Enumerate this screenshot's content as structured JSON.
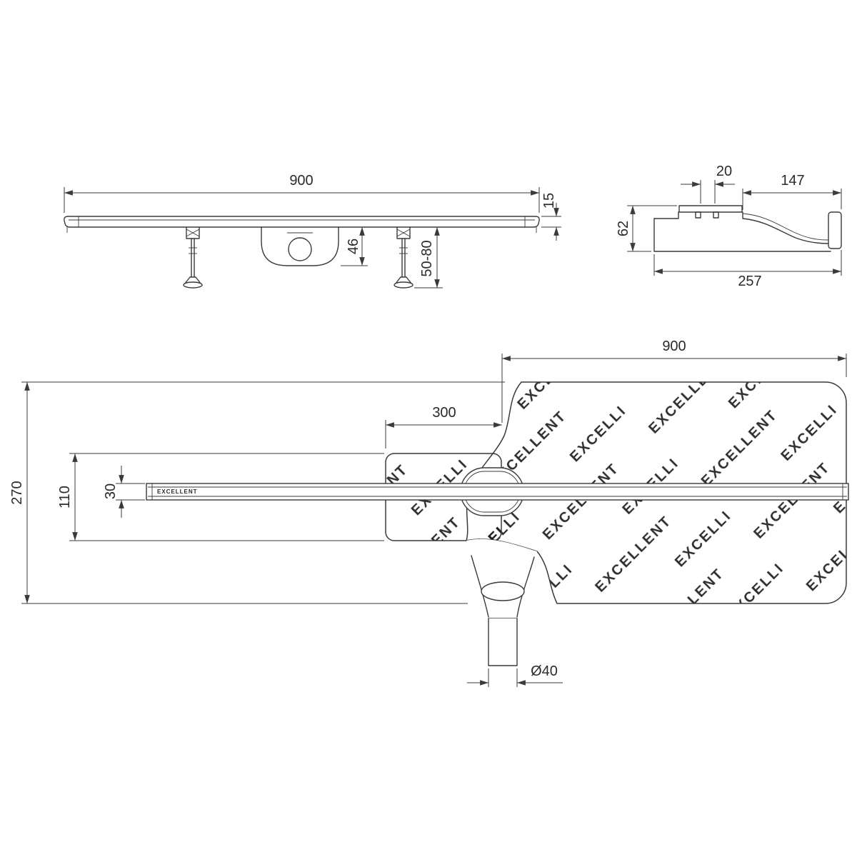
{
  "drawing_title": "linear-drain-technical-drawing",
  "brand": "EXCELLENT",
  "colors": {
    "line": "#3a3a3a",
    "text": "#2b2b2b",
    "watermark": "#1d1d1d",
    "background": "#ffffff"
  },
  "front_view": {
    "length": "900",
    "profile_height": "15",
    "trap_depth": "46",
    "foot_adjust_range": "50-80"
  },
  "side_view": {
    "grate_slot_width": "20",
    "body_length": "147",
    "total_height": "62",
    "total_length": "257"
  },
  "plan_view": {
    "membrane_length": "900",
    "membrane_side_width": "300",
    "membrane_width": "270",
    "membrane_strip_width": "110",
    "channel_width": "30",
    "outlet_diameter": "Ø40"
  }
}
